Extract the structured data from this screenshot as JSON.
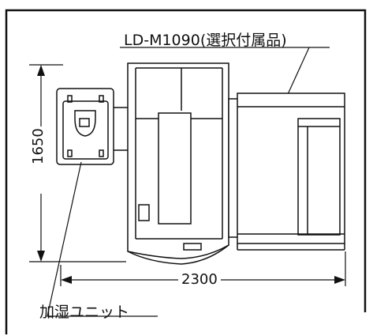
{
  "labels": {
    "option_unit": "LD-M1090(選択付属品)",
    "humidifier_unit": "加湿ユニット",
    "width_dimension": "2300",
    "depth_dimension": "1650"
  },
  "colors": {
    "line": "#111111",
    "background": "#ffffff"
  }
}
